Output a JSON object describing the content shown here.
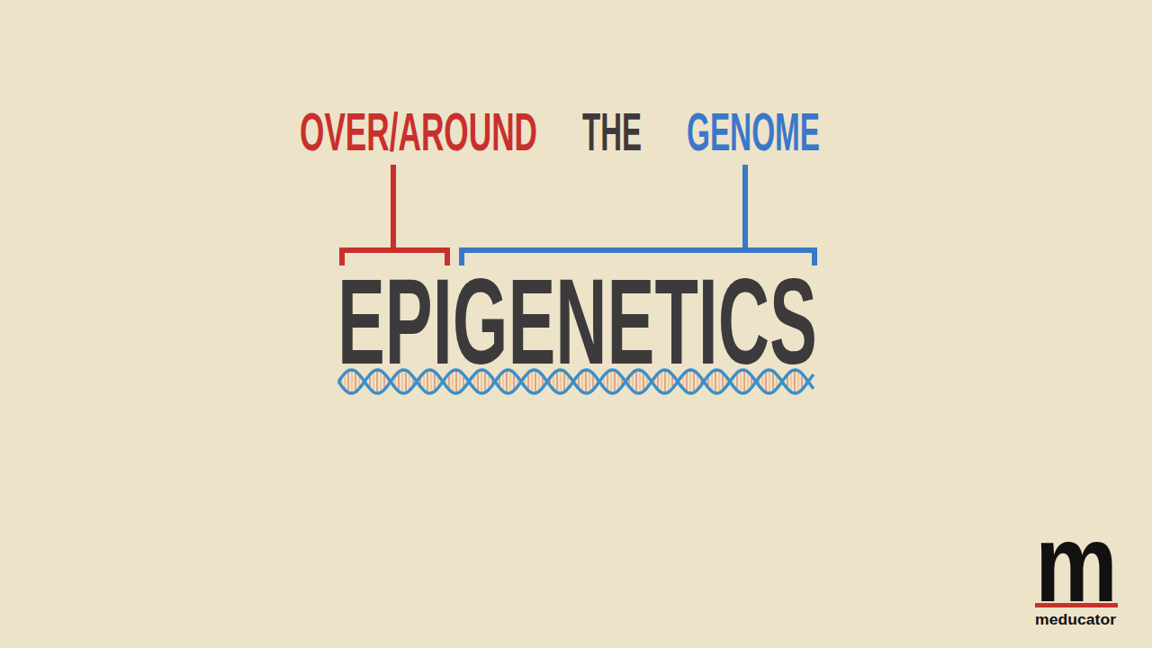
{
  "diagram": {
    "labels": [
      "OVER/AROUND",
      "THE",
      "GENOME",
      "EPIGENETICS",
      "m",
      "meducator"
    ]
  }
}
